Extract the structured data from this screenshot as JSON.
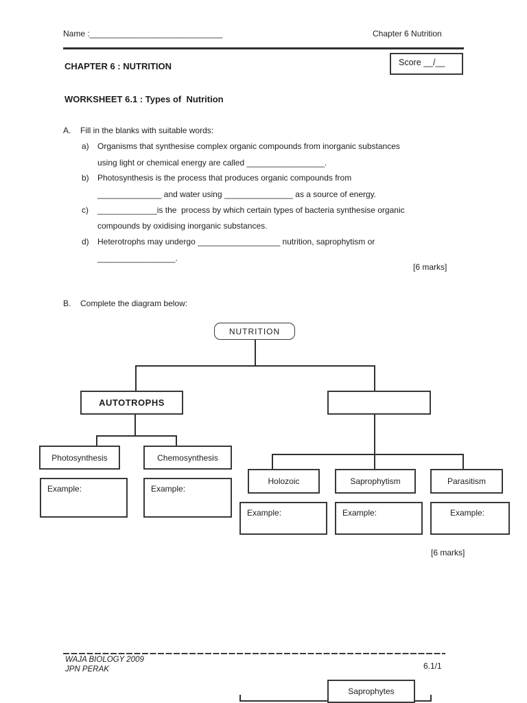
{
  "header": {
    "name_label": "Name :_____________________________",
    "chapter_ref": "Chapter 6 Nutrition",
    "chapter_title": "CHAPTER 6 : NUTRITION",
    "score_label": "Score __/__",
    "worksheet_title": "WORKSHEET 6.1 : Types of  Nutrition"
  },
  "section_a": {
    "label": "A.",
    "instruction": "Fill in the blanks with suitable words:",
    "items": [
      {
        "label": "a)",
        "line1": "Organisms that synthesise complex organic compounds from inorganic substances",
        "line2": "using light or chemical energy are called _________________."
      },
      {
        "label": "b)",
        "line1": "Photosynthesis is the process that produces organic compounds from",
        "line2": "______________ and water using _______________ as a source of energy."
      },
      {
        "label": "c)",
        "line1": "_____________is the  process by which certain types of bacteria synthesise organic",
        "line2": "compounds by oxidising inorganic substances."
      },
      {
        "label": "d)",
        "line1": "Heterotrophs may undergo __________________ nutrition, saprophytism or",
        "line2": "_________________."
      }
    ],
    "marks": "[6 marks]"
  },
  "section_b": {
    "label": "B.",
    "instruction": "Complete the diagram below:",
    "marks": "[6 marks]",
    "diagram": {
      "root_label": "NUTRITION",
      "autotrophs_label": "AUTOTROPHS",
      "heterotrophs_label": "",
      "photosynthesis_label": "Photosynthesis",
      "chemosynthesis_label": "Chemosynthesis",
      "holozoic_label": "Holozoic",
      "saprophytism_label": "Saprophytism",
      "parasitism_label": "Parasitism",
      "example_label": "Example:"
    }
  },
  "footer": {
    "org_line1": "WAJA BIOLOGY 2009",
    "org_line2": "JPN PERAK",
    "page_ref": "6.1/1"
  },
  "next_page_fragment": {
    "box_label": "Saprophytes"
  }
}
